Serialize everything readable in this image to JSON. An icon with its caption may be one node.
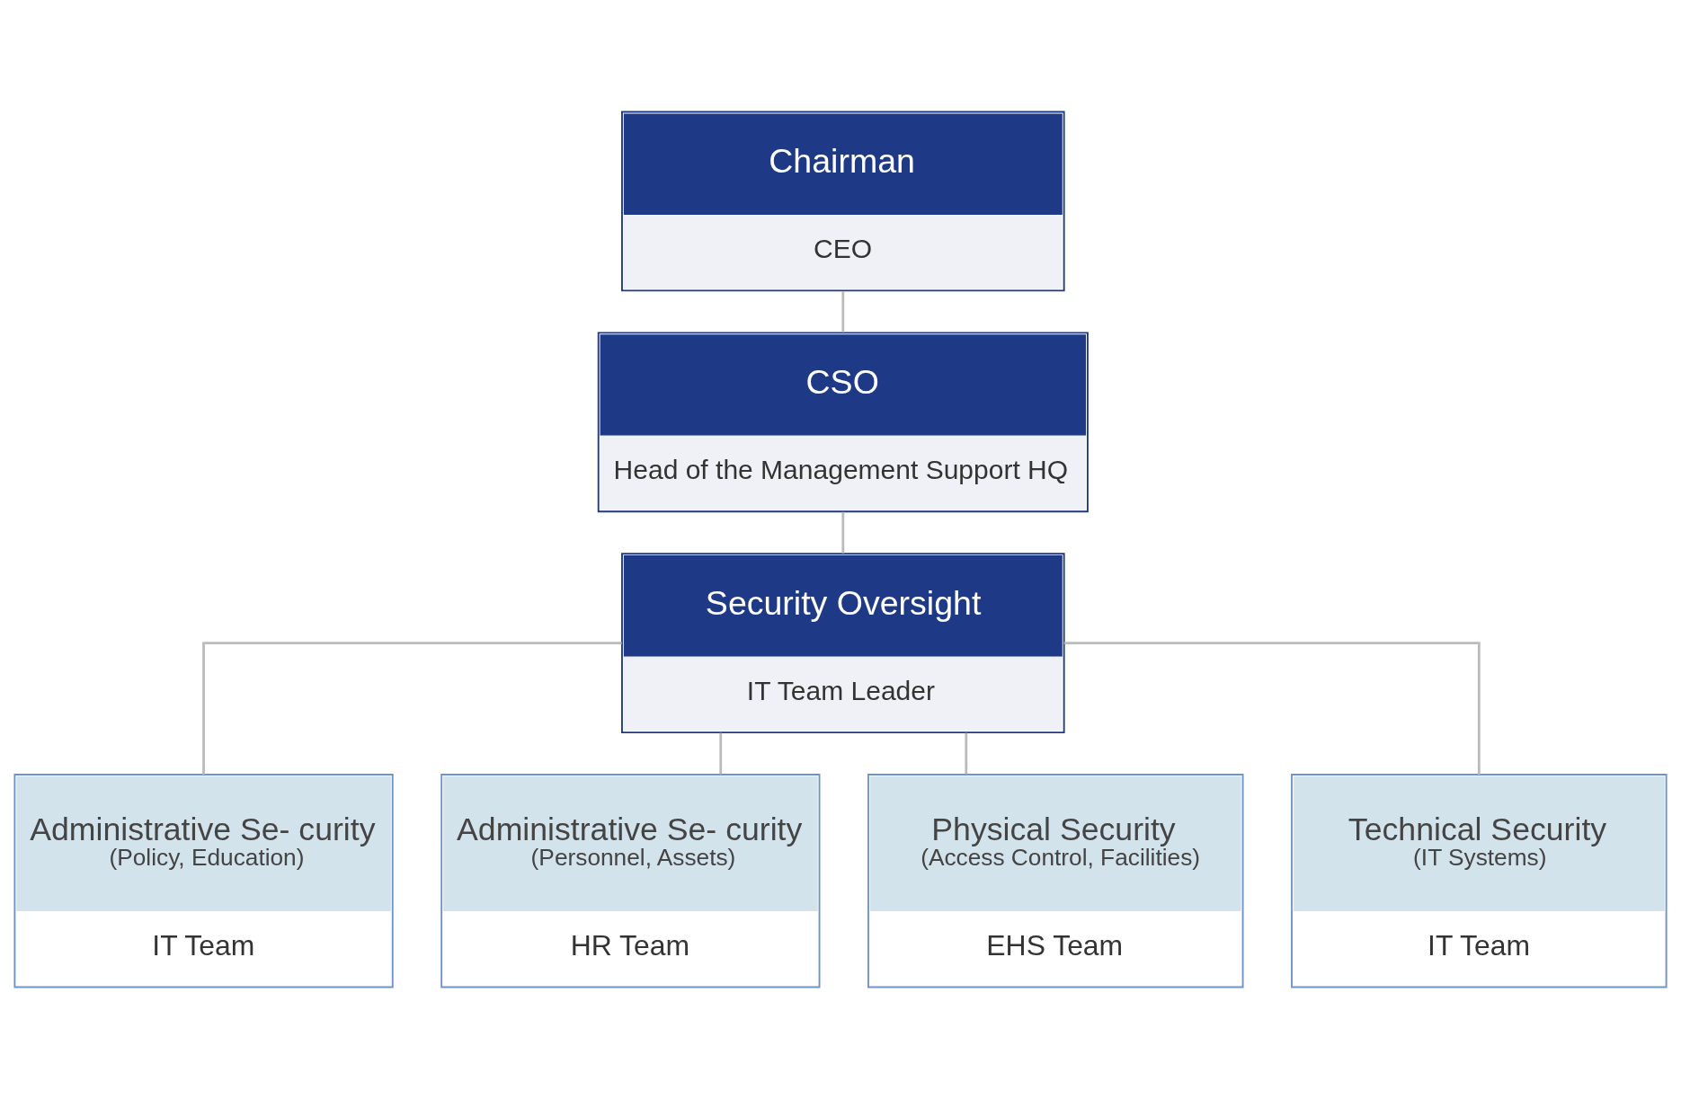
{
  "diagram": {
    "nodes": [
      {
        "text": [
          "Chairman",
          "CEO"
        ]
      },
      {
        "text": [
          "CSO",
          "Head of the Management Support HQ"
        ]
      },
      {
        "text": [
          "Security Oversight",
          "IT Team Leader"
        ]
      },
      {
        "text": [
          "Administrative Se- curity",
          "(Policy, Education)",
          "IT Team"
        ]
      },
      {
        "text": [
          "Administrative Se- curity",
          "(Personnel, Assets)",
          "HR Team"
        ]
      },
      {
        "text": [
          "Physical Security",
          "(Access Control, Facilities)",
          "EHS Team"
        ]
      },
      {
        "text": [
          "Technical Security",
          "(IT Systems)",
          "IT Team"
        ]
      }
    ],
    "edges": [
      {
        "from": 0,
        "to": 1,
        "arrow": "none"
      },
      {
        "from": 1,
        "to": 2,
        "arrow": "none"
      },
      {
        "from": 2,
        "to": 3,
        "arrow": "none"
      },
      {
        "from": 2,
        "to": 4,
        "arrow": "none"
      },
      {
        "from": 2,
        "to": 5,
        "arrow": "none"
      },
      {
        "from": 2,
        "to": 6,
        "arrow": "none"
      }
    ]
  }
}
